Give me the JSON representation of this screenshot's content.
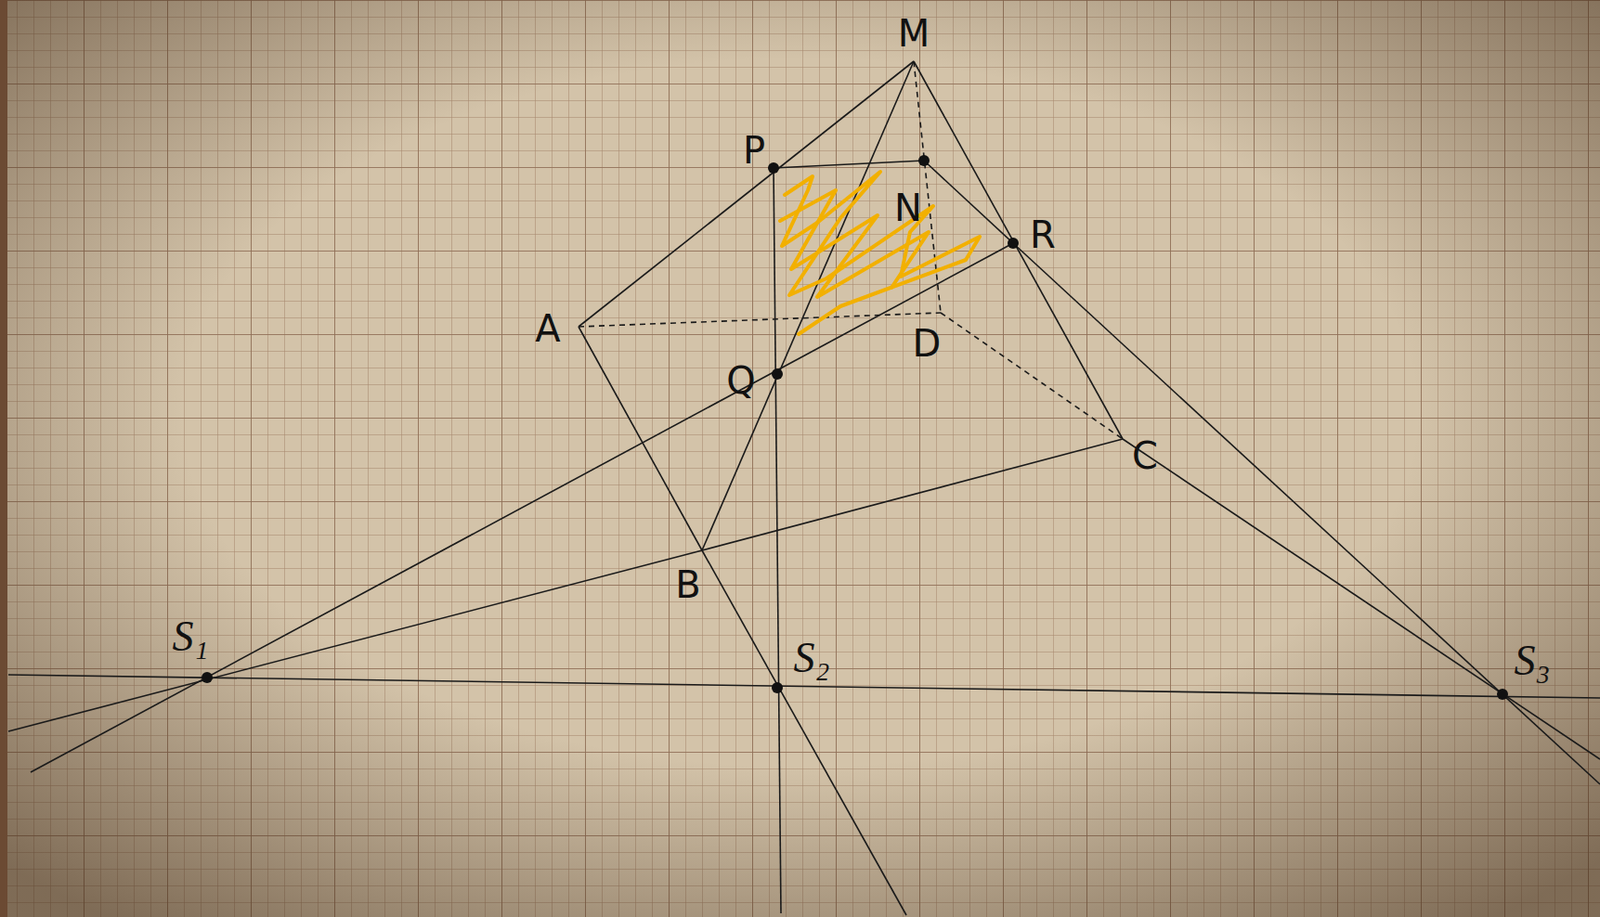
{
  "diagram": {
    "labels": [
      "M",
      "P",
      "N",
      "R",
      "A",
      "D",
      "Q",
      "C",
      "B",
      "S₁",
      "S₂",
      "S₃"
    ]
  }
}
